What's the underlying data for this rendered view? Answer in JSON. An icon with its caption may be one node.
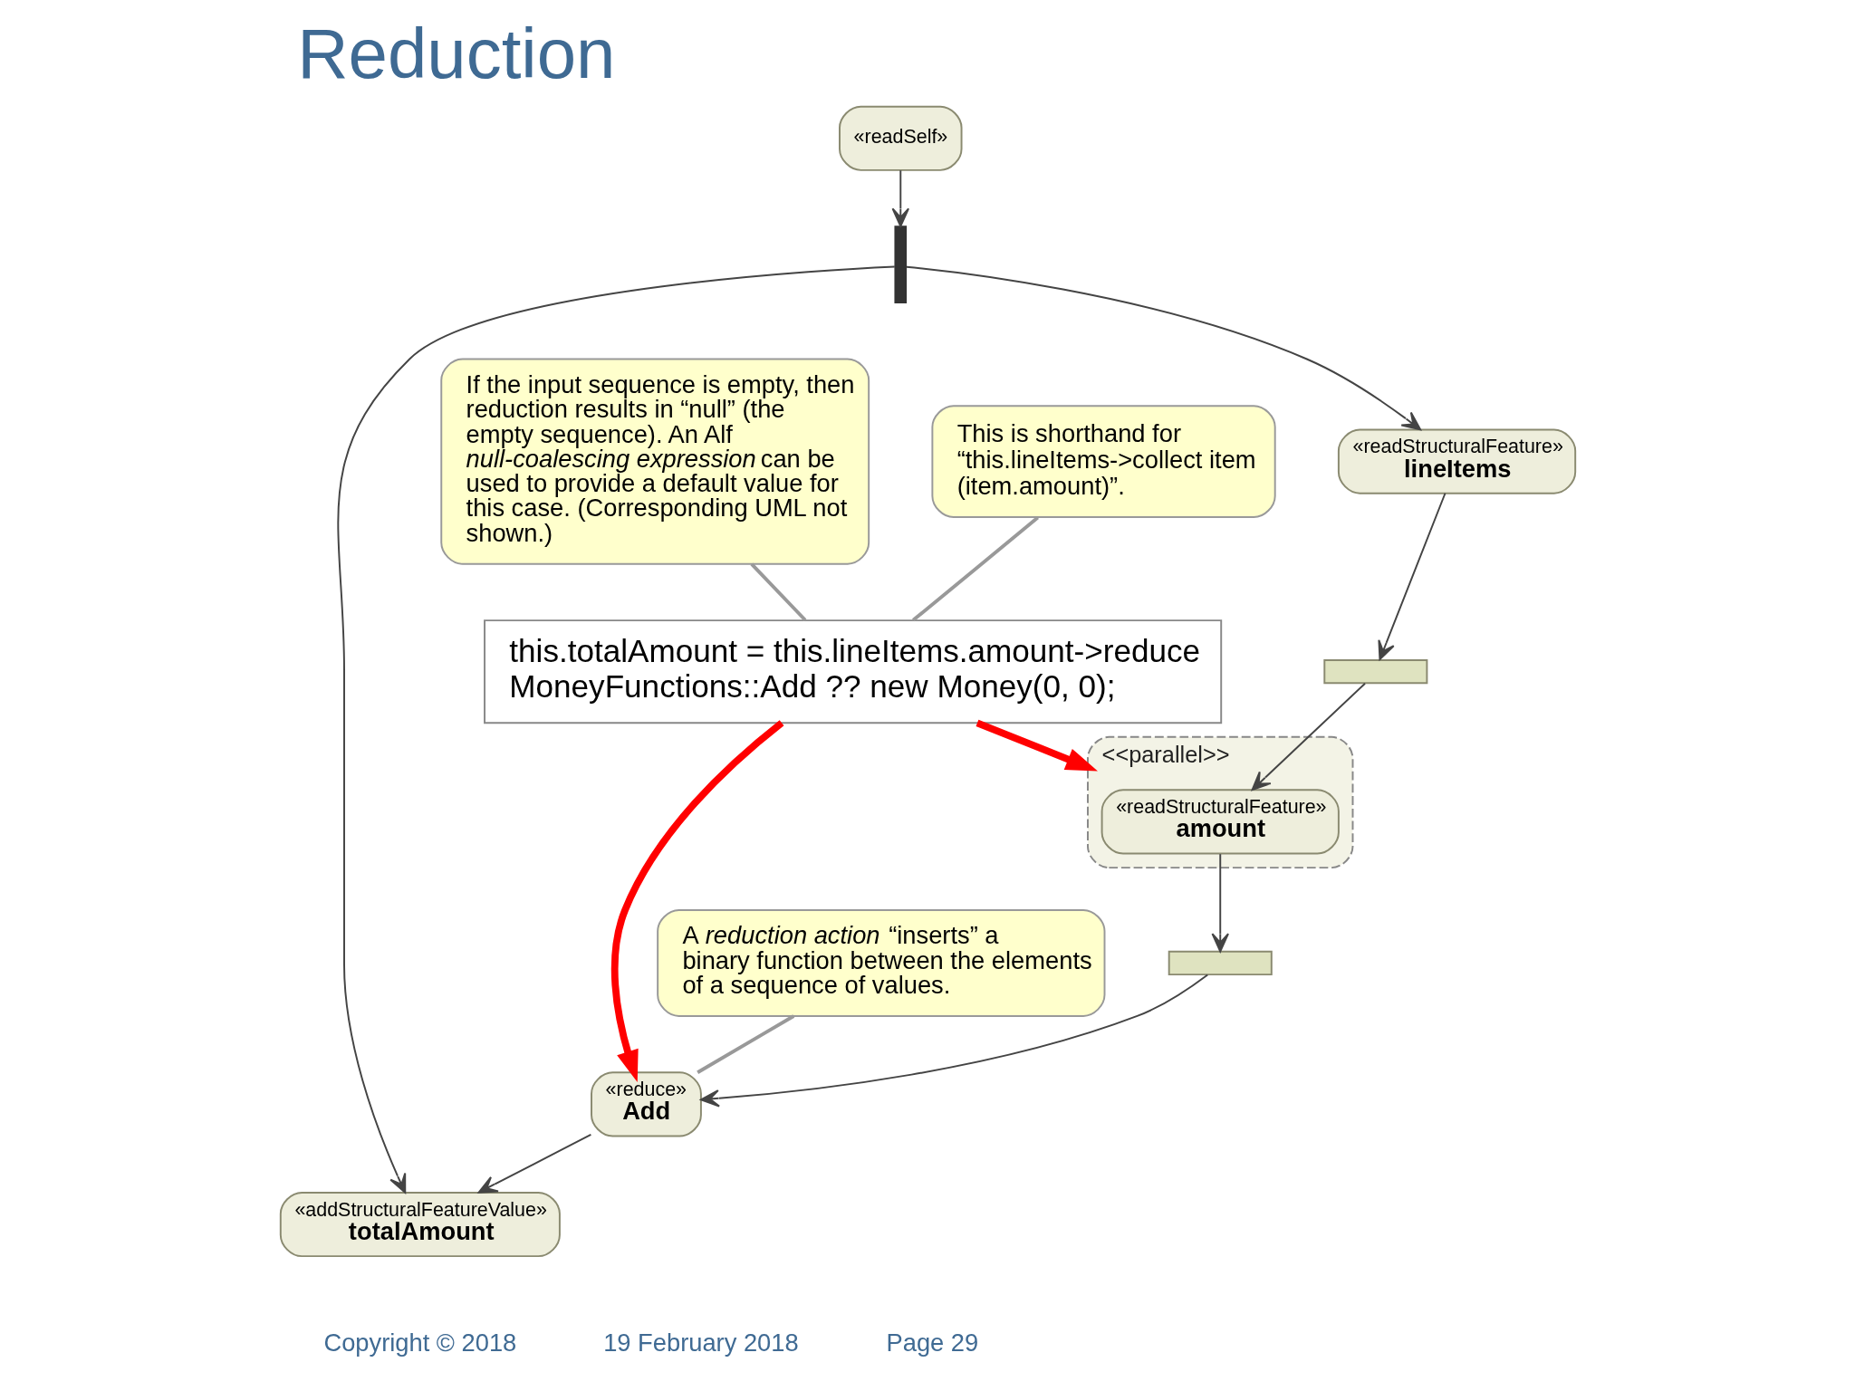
{
  "diagram": {
    "title": "Reduction",
    "nodes": [
      {
        "text": [
          "«readStructuralFeature»",
          "lineItems"
        ]
      },
      {
        "text": [],
        "shape": "bar"
      },
      {
        "text": [
          "«readSelf»"
        ]
      },
      {
        "text": [
          "This is shorthand for “this.lineItems->collect item (item.amount)”."
        ]
      },
      {
        "text": [
          "this.totalAmount = this.lineItems.amount->reduce MoneyFunctions::Add ?? new Money(0, 0);"
        ]
      },
      {
        "text": [
          "<<parallel>>"
        ]
      },
      {
        "text": [],
        "shape": "box"
      },
      {
        "text": [
          "«readStructuralFeature»",
          "amount"
        ],
        "in": 5
      },
      {
        "text": [
          "A *reduction action* “inserts” a binary function between the elements of a sequence of values."
        ]
      },
      {
        "text": [],
        "shape": "box"
      },
      {
        "text": [
          "«reduce»",
          "Add"
        ]
      },
      {
        "text": [
          "If the input sequence is empty, then reduction results in “null” (the empty sequence). An Alf *null-coalescing expression* can be used to provide a default value for this case. (Corresponding UML not shown.)"
        ]
      },
      {
        "text": [
          "«addStructuralFeatureValue»",
          "totalAmount"
        ]
      }
    ],
    "edges": [
      {
        "from": 2,
        "to": 1,
        "arrow": "to"
      },
      {
        "from": 1,
        "to": 0,
        "arrow": "to"
      },
      {
        "from": 1,
        "to": 12,
        "arrow": "to"
      },
      {
        "from": 0,
        "to": 6,
        "arrow": "to"
      },
      {
        "from": 6,
        "to": 7,
        "arrow": "to"
      },
      {
        "from": 7,
        "to": 9,
        "arrow": "to"
      },
      {
        "from": 9,
        "to": 10,
        "arrow": "to"
      },
      {
        "from": 10,
        "to": 12,
        "arrow": "to"
      },
      {
        "from": 3,
        "to": 4,
        "arrow": "none"
      },
      {
        "from": 8,
        "to": 10,
        "arrow": "none"
      },
      {
        "from": 11,
        "to": 4,
        "arrow": "none"
      },
      {
        "from": 4,
        "to": 5,
        "arrow": "to",
        "style": "thick",
        "color": "#ff0000"
      },
      {
        "from": 4,
        "to": 10,
        "arrow": "to",
        "style": "thick",
        "color": "#ff0000"
      }
    ],
    "labels": [
      "Copyright © 2018",
      "19 February 2018",
      "Page 29"
    ]
  }
}
